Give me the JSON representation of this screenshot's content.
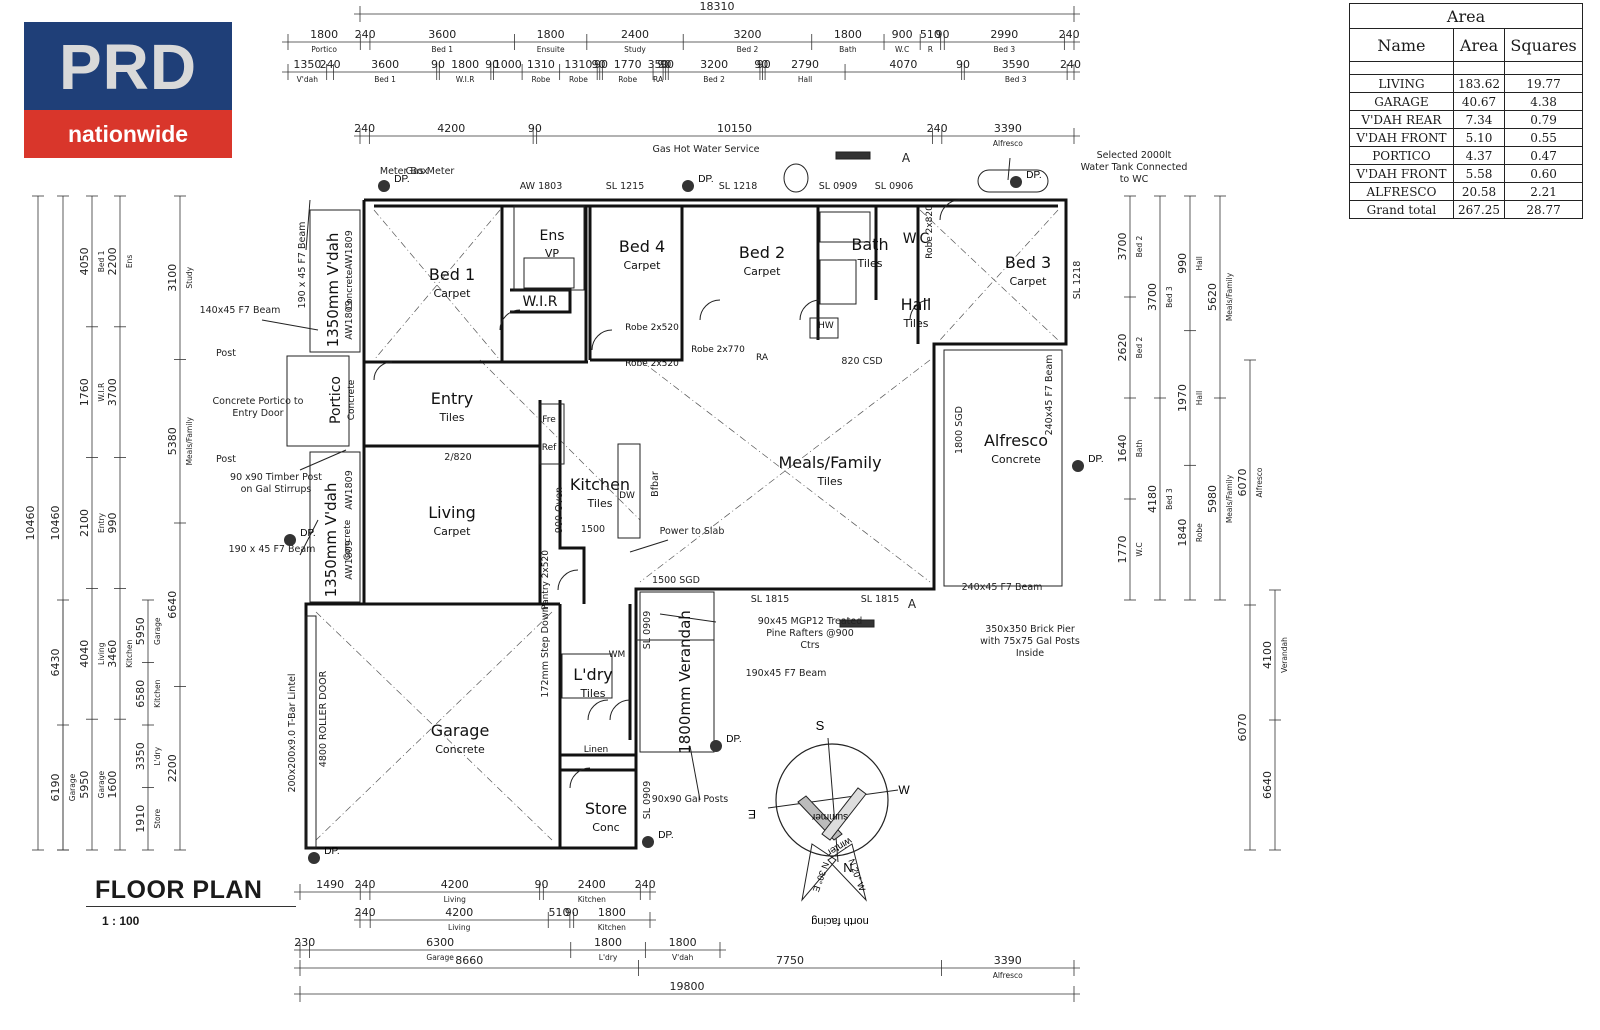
{
  "logo": {
    "top": "PRD",
    "bottom": "nationwide"
  },
  "area_table": {
    "caption": "Area",
    "columns": [
      "Name",
      "Area",
      "Squares"
    ],
    "rows": [
      [
        "LIVING",
        "183.62",
        "19.77"
      ],
      [
        "GARAGE",
        "40.67",
        "4.38"
      ],
      [
        "V'DAH REAR",
        "7.34",
        "0.79"
      ],
      [
        "V'DAH FRONT",
        "5.10",
        "0.55"
      ],
      [
        "PORTICO",
        "4.37",
        "0.47"
      ],
      [
        "V'DAH FRONT",
        "5.58",
        "0.60"
      ],
      [
        "ALFRESCO",
        "20.58",
        "2.21"
      ],
      [
        "Grand total",
        "267.25",
        "28.77"
      ]
    ]
  },
  "title": {
    "main": "FLOOR PLAN",
    "scale": "1 : 100"
  },
  "rooms": [
    {
      "name": "Bed 1",
      "finish": "Carpet"
    },
    {
      "name": "Ens",
      "finish": "VP"
    },
    {
      "name": "W.I.R",
      "finish": ""
    },
    {
      "name": "Bed 4",
      "finish": "Carpet"
    },
    {
      "name": "Bed 2",
      "finish": "Carpet"
    },
    {
      "name": "Bath",
      "finish": "Tiles"
    },
    {
      "name": "W.C",
      "finish": ""
    },
    {
      "name": "Hall",
      "finish": "Tiles"
    },
    {
      "name": "Bed 3",
      "finish": "Carpet"
    },
    {
      "name": "Entry",
      "finish": "Tiles"
    },
    {
      "name": "Portico",
      "finish": "Concrete"
    },
    {
      "name": "Living",
      "finish": "Carpet"
    },
    {
      "name": "Kitchen",
      "finish": "Tiles"
    },
    {
      "name": "Meals/Family",
      "finish": "Tiles"
    },
    {
      "name": "Alfresco",
      "finish": "Concrete"
    },
    {
      "name": "L'dry",
      "finish": "Tiles"
    },
    {
      "name": "Garage",
      "finish": "Concrete"
    },
    {
      "name": "Store",
      "finish": "Conc"
    },
    {
      "name": "1350mm V'dah",
      "finish": "Concrete"
    },
    {
      "name": "1350mm V'dah",
      "finish": "Concrete"
    },
    {
      "name": "1800mm Verandah",
      "finish": ""
    }
  ],
  "small_labels": [
    "Robe 2x520",
    "Robe 2x520",
    "Robe 2x770",
    "Robe 2x820",
    "Pantry 2x520",
    "Linen",
    "WM",
    "Fre",
    "Ref",
    "DW",
    "RA",
    "HW",
    "Pantry"
  ],
  "annotations": [
    "Gas Hot Water Service",
    "Selected 2000lt Water Tank Connected to WC",
    "Meter Box",
    "Gas Meter",
    "190 x 45 F7 Beam",
    "140x45 F7 Beam",
    "Concrete Portico to Entry Door",
    "90 x90 Timber Post on Gal Stirrups",
    "190 x 45 F7 Beam",
    "Power to Slab",
    "90x45 MGP12 Treated Pine Rafters @900 Ctrs",
    "190x45 F7 Beam",
    "240x45 F7 Beam",
    "240x45 F7 Beam",
    "350x350 Brick Pier with 75x75 Gal Posts Inside",
    "90x90 Gal Posts",
    "200x200x9.0 T-Bar Lintel",
    "4800 ROLLER DOOR",
    "172mm Step Down",
    "1800 SGD",
    "1500 SGD",
    "820 CSD",
    "2/820",
    "1500",
    "Post",
    "Post",
    "900 Oven",
    "Bfbar"
  ],
  "openings": [
    "AW 1803",
    "SL 1215",
    "SL 1218",
    "SL 0909",
    "SL 0906",
    "AW1809",
    "AW1809",
    "AW1809",
    "AW1809",
    "SL 1218",
    "SL 1815",
    "SL 1815",
    "SL 0909",
    "SL 0909"
  ],
  "downpipe": "DP.",
  "section_marks": [
    "A",
    "A"
  ],
  "compass": {
    "north": "N",
    "south": "S",
    "east": "E",
    "west": "W",
    "summer": "summer",
    "winter": "winter",
    "n30e": "N 30° E",
    "n20w": "N 20° W",
    "facing": "north facing"
  },
  "dims_top": {
    "overall": "18310",
    "row1": [
      {
        "v": "1800",
        "s": "Portico"
      },
      {
        "v": "240",
        "s": ""
      },
      {
        "v": "3600",
        "s": "Bed 1"
      },
      {
        "v": "1800",
        "s": "Ensuite"
      },
      {
        "v": "2400",
        "s": "Study"
      },
      {
        "v": "3200",
        "s": "Bed 2"
      },
      {
        "v": "1800",
        "s": "Bath"
      },
      {
        "v": "900",
        "s": "W.C"
      },
      {
        "v": "510",
        "s": "R"
      },
      {
        "v": "90",
        "s": ""
      },
      {
        "v": "2990",
        "s": "Bed 3"
      },
      {
        "v": "240",
        "s": ""
      }
    ],
    "row2": [
      {
        "v": "1350",
        "s": "V'dah"
      },
      {
        "v": "240",
        "s": ""
      },
      {
        "v": "3600",
        "s": "Bed 1"
      },
      {
        "v": "90",
        "s": ""
      },
      {
        "v": "1800",
        "s": "W.I.R"
      },
      {
        "v": "90",
        "s": ""
      },
      {
        "v": "1000",
        "s": ""
      },
      {
        "v": "1310",
        "s": "Robe"
      },
      {
        "v": "1310",
        "s": "Robe"
      },
      {
        "v": "90",
        "s": ""
      },
      {
        "v": "90",
        "s": ""
      },
      {
        "v": "1770",
        "s": "Robe"
      },
      {
        "v": "350",
        "s": "RA"
      },
      {
        "v": "90",
        "s": ""
      },
      {
        "v": "90",
        "s": ""
      },
      {
        "v": "3200",
        "s": "Bed 2"
      },
      {
        "v": "90",
        "s": ""
      },
      {
        "v": "90",
        "s": ""
      },
      {
        "v": "2790",
        "s": "Hall"
      },
      {
        "v": "4070",
        "s": ""
      },
      {
        "v": "90",
        "s": ""
      },
      {
        "v": "3590",
        "s": "Bed 3"
      },
      {
        "v": "240",
        "s": ""
      }
    ],
    "row3": [
      {
        "v": "240",
        "s": ""
      },
      {
        "v": "4200",
        "s": ""
      },
      {
        "v": "90",
        "s": ""
      },
      {
        "v": "10150",
        "s": ""
      },
      {
        "v": "240",
        "s": ""
      },
      {
        "v": "3390",
        "s": "Alfresco"
      }
    ]
  },
  "dims_bottom": {
    "row1": [
      {
        "v": "1490",
        "s": ""
      },
      {
        "v": "240",
        "s": ""
      },
      {
        "v": "4200",
        "s": "Living"
      },
      {
        "v": "90",
        "s": ""
      },
      {
        "v": "2400",
        "s": "Kitchen"
      },
      {
        "v": "240",
        "s": ""
      }
    ],
    "row2": [
      {
        "v": "240",
        "s": ""
      },
      {
        "v": "4200",
        "s": "Living"
      },
      {
        "v": "510",
        "s": ""
      },
      {
        "v": "90",
        "s": ""
      },
      {
        "v": "1800",
        "s": "Kitchen"
      }
    ],
    "row3": [
      {
        "v": "230",
        "s": ""
      },
      {
        "v": "6300",
        "s": "Garage"
      },
      {
        "v": "1800",
        "s": "L'dry"
      },
      {
        "v": "1800",
        "s": "V'dah"
      }
    ],
    "row4": [
      {
        "v": "8660",
        "s": ""
      },
      {
        "v": "7750",
        "s": ""
      },
      {
        "v": "3390",
        "s": "Alfresco"
      }
    ],
    "overall": "19800"
  },
  "dims_left": [
    {
      "v": "10460",
      "s": ""
    },
    {
      "v": "10460",
      "s": ""
    },
    {
      "v": "6430",
      "s": ""
    },
    {
      "v": "6190",
      "s": "Garage"
    },
    {
      "v": "4050",
      "s": "Bed 1"
    },
    {
      "v": "1760",
      "s": "W.I.R"
    },
    {
      "v": "2100",
      "s": "Entry"
    },
    {
      "v": "4040",
      "s": "Living"
    },
    {
      "v": "5950",
      "s": "Garage"
    },
    {
      "v": "2200",
      "s": "Ens"
    },
    {
      "v": "3700",
      "s": ""
    },
    {
      "v": "990",
      "s": ""
    },
    {
      "v": "3460",
      "s": "Kitchen"
    },
    {
      "v": "1600",
      "s": ""
    },
    {
      "v": "5950",
      "s": "Garage"
    },
    {
      "v": "6580",
      "s": "Kitchen"
    },
    {
      "v": "3350",
      "s": "L'dry"
    },
    {
      "v": "1910",
      "s": "Store"
    },
    {
      "v": "3100",
      "s": "Study"
    },
    {
      "v": "5380",
      "s": "Meals/Family"
    },
    {
      "v": "6640",
      "s": ""
    },
    {
      "v": "2200",
      "s": ""
    }
  ],
  "dims_right": [
    {
      "v": "3700",
      "s": "Bed 2"
    },
    {
      "v": "2620",
      "s": "Bed 2"
    },
    {
      "v": "1640",
      "s": "Bath"
    },
    {
      "v": "1770",
      "s": "W.C"
    },
    {
      "v": "3700",
      "s": "Bed 3"
    },
    {
      "v": "4180",
      "s": "Bed 3"
    },
    {
      "v": "990",
      "s": "Hall"
    },
    {
      "v": "1970",
      "s": "Hall"
    },
    {
      "v": "1840",
      "s": "Robe"
    },
    {
      "v": "5620",
      "s": "Meals/Family"
    },
    {
      "v": "5980",
      "s": "Meals/Family"
    },
    {
      "v": "6070",
      "s": "Alfresco"
    },
    {
      "v": "6070",
      "s": ""
    },
    {
      "v": "4100",
      "s": "Verandah"
    },
    {
      "v": "6640",
      "s": ""
    }
  ]
}
